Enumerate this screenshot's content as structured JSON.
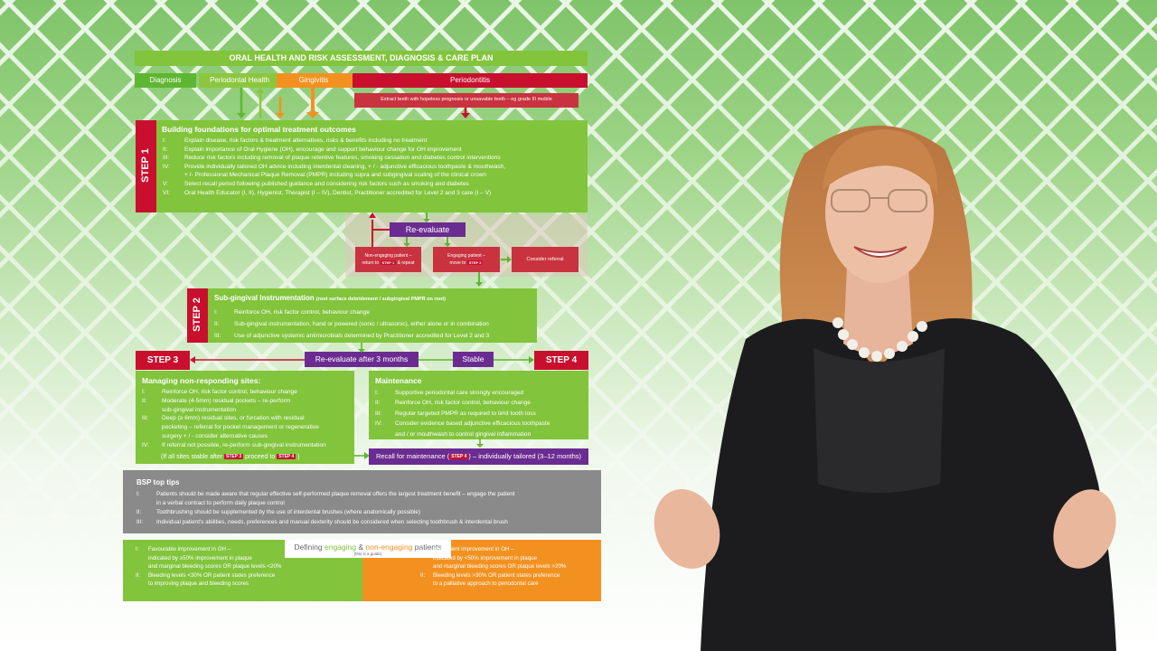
{
  "title": "ORAL HEALTH AND RISK ASSESSMENT, DIAGNOSIS & CARE PLAN",
  "diagnosis_bar": {
    "diagnosis": "Diagnosis",
    "periodontal_health": "Periodontal Health",
    "gingivitis": "Gingivitis",
    "periodontitis": "Periodontitis",
    "extract": "Extract teeth with hopeless prognosis or unsavable teeth – eg grade III mobile"
  },
  "step1": {
    "tag": "STEP 1",
    "heading": "Building foundations for optimal treatment outcomes",
    "items": [
      {
        "n": "I:",
        "text": "Explain disease, risk factors & treatment alternatives, risks & benefits including no treatment"
      },
      {
        "n": "II:",
        "text": "Explain importance of Oral Hygiene (OH), encourage and support behaviour change for OH improvement"
      },
      {
        "n": "III:",
        "text": "Reduce risk factors including removal of plaque retentive features, smoking cessation and diabetes control interventions"
      },
      {
        "n": "IV:",
        "text": "Provide individually tailored OH advice including interdental cleaning, + / - adjunctive efficacious toothpaste & mouthwash,"
      },
      {
        "n": "",
        "text": "+ /- Professional Mechanical Plaque Removal (PMPR) including supra and subgingival scaling of the clinical crown"
      },
      {
        "n": "V:",
        "text": "Select recall period following published guidance and considering risk factors such as smoking and diabetes"
      },
      {
        "n": "VI:",
        "text": "Oral Health Educator (I, II), Hygienist, Therapist (I – IV), Dentist, Practitioner accredited for Level 2 and 3 care (I – V)"
      }
    ]
  },
  "reevaluate": {
    "label": "Re-evaluate",
    "non_engaging_1": "Non-engaging patient –",
    "non_engaging_2": "return to",
    "non_engaging_step": "STEP 1",
    "non_engaging_3": "& repeat",
    "engaging_1": "Engaging patient –",
    "engaging_2": "move to",
    "engaging_step": "STEP 2",
    "referral": "Consider referral"
  },
  "step2": {
    "tag": "STEP 2",
    "heading": "Sub-gingival Instrumentation",
    "heading_note": "(root surface debridement / subgingival PMPR on root)",
    "items": [
      {
        "n": "I:",
        "text": "Reinforce OH, risk factor control, behaviour change"
      },
      {
        "n": "II:",
        "text": "Sub-gingival instrumentation, hand or powered (sonic / ultrasonic), either alone or in combination"
      },
      {
        "n": "III:",
        "text": "Use of adjunctive systemic antimicrobials determined by Practitioner accredited for Level 2 and 3"
      }
    ]
  },
  "reevaluate3": "Re-evaluate after 3 months",
  "stable": "Stable",
  "step3": {
    "tag": "STEP 3",
    "heading": "Managing non-responding sites:",
    "items": [
      {
        "n": "I:",
        "text": "Reinforce OH, risk factor control, behaviour change"
      },
      {
        "n": "II:",
        "text": "Moderate (4-5mm) residual pockets – re-perform"
      },
      {
        "n": "",
        "text": "sub-gingival instrumentation"
      },
      {
        "n": "III:",
        "text": "Deep (≥ 6mm) residual sites, or furcation with residual"
      },
      {
        "n": "",
        "text": "pocketing – referral for pocket management or regenerative"
      },
      {
        "n": "",
        "text": "surgery + / - consider alternative causes"
      },
      {
        "n": "IV:",
        "text": "If referral not possible, re-perform sub-gingival instrumentation"
      }
    ],
    "footer_1": "(If all sites stable after",
    "footer_step_a": "STEP 3",
    "footer_2": "proceed to",
    "footer_step_b": "STEP 4",
    "footer_3": ")"
  },
  "step4": {
    "tag": "STEP 4",
    "heading": "Maintenance",
    "items": [
      {
        "n": "I:",
        "text": "Supportive periodontal care strongly encouraged"
      },
      {
        "n": "II:",
        "text": "Reinforce OH, risk factor control, behaviour change"
      },
      {
        "n": "III:",
        "text": "Regular targeted PMPR as required to limit tooth loss"
      },
      {
        "n": "IV:",
        "text": "Consider evidence based adjunctive efficacious toothpaste"
      },
      {
        "n": "",
        "text": "and / or mouthwash to control gingival inflammation"
      }
    ],
    "recall_1": "Recall for maintenance (",
    "recall_step": "STEP 4",
    "recall_2": ") – individually tailored (3–12 months)"
  },
  "tips": {
    "heading": "BSP top tips",
    "items": [
      {
        "n": "I:",
        "text": "Patients should be made aware that regular effective self-performed plaque removal offers the largest treatment benefit – engage the patient"
      },
      {
        "n": "",
        "text": "in a verbal contract to perform daily plaque control"
      },
      {
        "n": "II:",
        "text": "Toothbrushing should be supplemented by the use of interdental brushes (where anatomically possible)"
      },
      {
        "n": "III:",
        "text": "Individual patient's abilities, needs, preferences and manual dexterity should be considered when selecting toothbrush & interdental brush"
      }
    ]
  },
  "defining": {
    "prefix": "Defining",
    "engaging": "engaging",
    "amp": "&",
    "non_engaging": "non-engaging",
    "suffix": "patients",
    "guide": "(this is a guide)",
    "left": [
      {
        "n": "I:",
        "text": "Favourable improvement in OH –"
      },
      {
        "n": "",
        "text": "indicated by ≥50% improvement in plaque"
      },
      {
        "n": "",
        "text": "and marginal bleeding scores OR plaque levels <20%"
      },
      {
        "n": "II:",
        "text": "Bleeding levels <30% OR patient states preference"
      },
      {
        "n": "",
        "text": "to improving plaque and bleeding scores"
      }
    ],
    "right": [
      {
        "n": "I:",
        "text": "Insufficient improvement in OH –"
      },
      {
        "n": "",
        "text": "indicated by <50% improvement in plaque"
      },
      {
        "n": "",
        "text": "and marginal bleeding scores OR plaque levels >20%"
      },
      {
        "n": "II:",
        "text": "Bleeding levels >30% OR patient states preference"
      },
      {
        "n": "",
        "text": "to a palliative approach to periodontal care"
      }
    ]
  },
  "colors": {
    "green": "#82c43c",
    "red": "#c8102e",
    "orange": "#f39120",
    "purple": "#6b2c91",
    "grey": "#8a8a8a"
  }
}
